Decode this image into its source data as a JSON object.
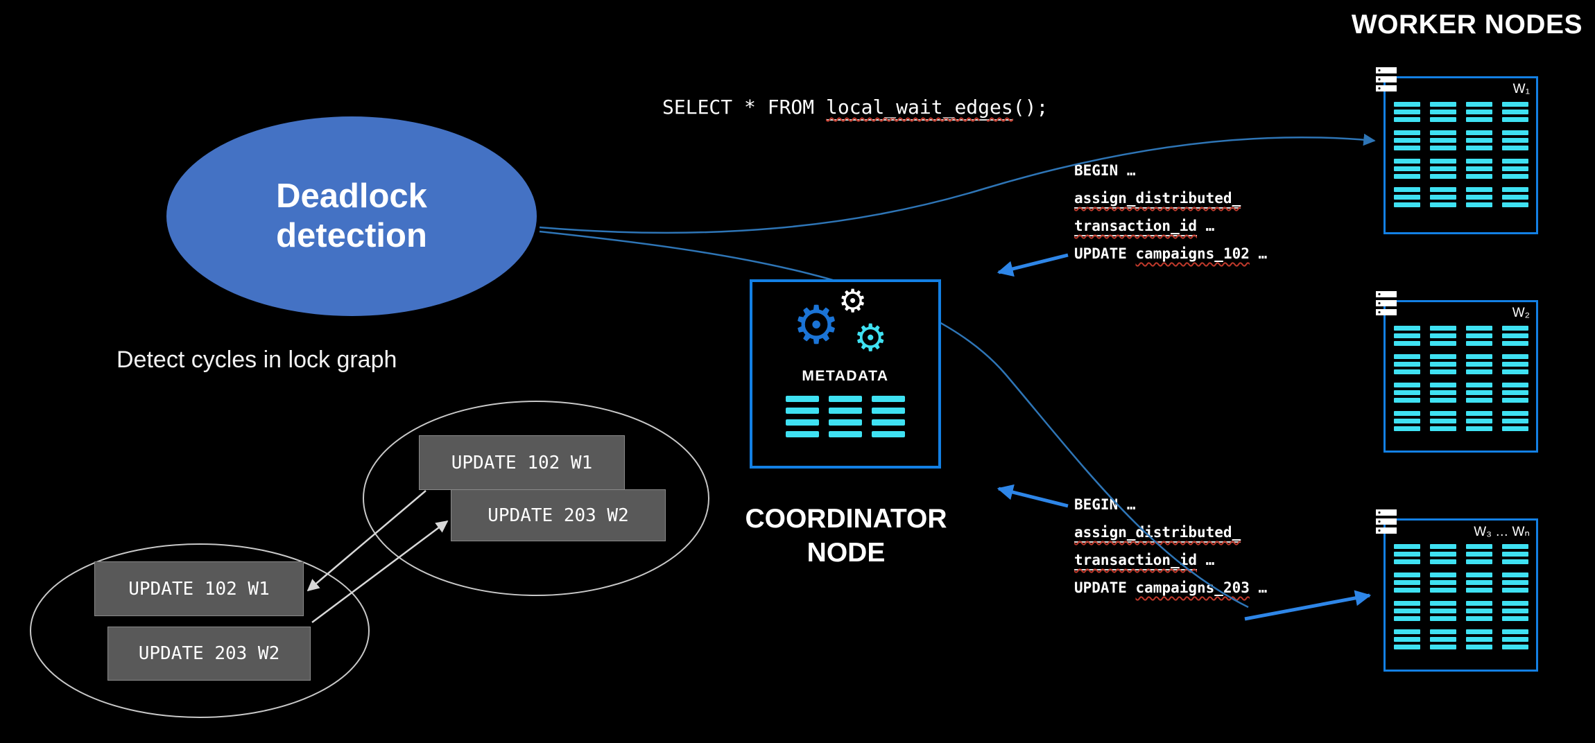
{
  "header": {
    "worker_nodes": "WORKER NODES"
  },
  "sql": {
    "prefix": "SELECT * FROM ",
    "function": "local_wait_edges",
    "suffix": "();"
  },
  "deadlock_bubble": {
    "line1": "Deadlock",
    "line2": "detection"
  },
  "lock_graph": {
    "caption": "Detect cycles in lock graph",
    "cycle_a": [
      "UPDATE 102 W1",
      "UPDATE 203 W2"
    ],
    "cycle_b": [
      "UPDATE 102 W1",
      "UPDATE 203 W2"
    ]
  },
  "coordinator": {
    "metadata_label": "METADATA",
    "label_line1": "COORDINATOR",
    "label_line2": "NODE"
  },
  "workers": [
    {
      "label": "W₁"
    },
    {
      "label": "W₂"
    },
    {
      "label": "W₃ … Wₙ"
    }
  ],
  "tx_blocks": [
    {
      "line1": "BEGIN …",
      "line2": "assign_distributed_",
      "line3": "transaction_id",
      "line3_rest": " …",
      "line4_pre": "UPDATE ",
      "line4_table": "campaigns_102",
      "line4_rest": " …"
    },
    {
      "line1": "BEGIN …",
      "line2": "assign_distributed_",
      "line3": "transaction_id",
      "line3_rest": " …",
      "line4_pre": "UPDATE ",
      "line4_table": "campaigns_203",
      "line4_rest": " …"
    }
  ],
  "colors": {
    "background": "#000000",
    "node_border_blue": "#1380E4",
    "bubble_blue": "#4472C4",
    "shard_cyan": "#3FE1F2",
    "connector_blue": "#2E75B6",
    "arrow_blue": "#2E86E8",
    "box_gray": "#595959",
    "squiggle_red": "#C0392B",
    "text_white": "#FFFFFF"
  }
}
